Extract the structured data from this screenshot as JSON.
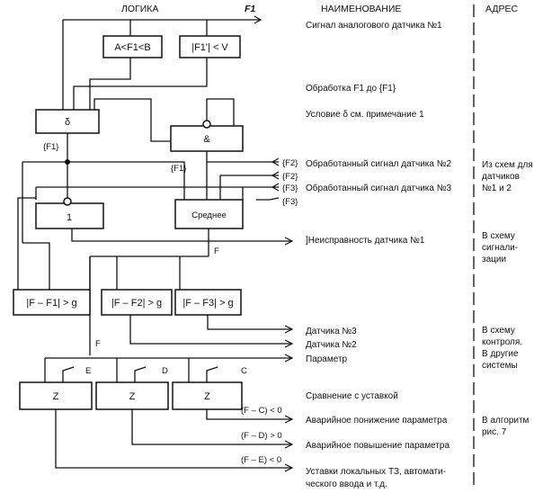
{
  "headers": {
    "logic": "ЛОГИКА",
    "naming": "НАИМЕНОВАНИЕ",
    "address": "АДРЕС",
    "signal": "F1"
  },
  "blocks": {
    "range_check": "A<F1<B",
    "rate_check": "|F1'| < V",
    "delta": "δ",
    "and_gate": "&",
    "one_gate": "1",
    "average": "Среднее",
    "dev1": "|F – F1| > g",
    "dev2": "|F – F2| > g",
    "dev3": "|F – F3| > g",
    "z1": "Z",
    "z2": "Z",
    "z3": "Z"
  },
  "labels": {
    "f1_brace_left": "{F1}",
    "f1_brace_mid": "{F1}",
    "f2_in_a": "{F2}",
    "f2_in_b": "{F2}",
    "f3_in_a": "{F3}",
    "f3_in_b": "{F3}",
    "f_bus": "F",
    "f_bus2": "F",
    "e": "E",
    "d": "D",
    "c": "C",
    "cmp_c": "(F – C) < 0",
    "cmp_d": "(F – D) > 0",
    "cmp_e": "(F – E) < 0"
  },
  "names": {
    "n1": "Сигнал аналогового датчика №1",
    "n2": "Обработка F1 до {F1}",
    "n3": "Условие δ  см. примечание 1",
    "n4": "Обработанный сигнал датчика №2",
    "n5": "Обработанный сигнал датчика №3",
    "n6": "]Неисправность датчика №1",
    "n7": "Датчика №3",
    "n8": "Датчика №2",
    "n9": "Параметр",
    "n10": "Сравнение с уставкой",
    "n11": "Аварийное понижение параметра",
    "n12": "Аварийное повышение параметра",
    "n13a": "Уставки локальных ТЗ, автомати-",
    "n13b": "ческого ввода и т.д."
  },
  "addresses": {
    "a1a": "Из схем для",
    "a1b": "датчиков",
    "a1c": "№1 и 2",
    "a2a": "В схему",
    "a2b": "сигнали-",
    "a2c": "зации",
    "a3a": "В схему",
    "a3b": "контроля.",
    "a3c": "В другие",
    "a3d": "системы",
    "a4a": "В алгоритм",
    "a4b": "рис. 7"
  }
}
